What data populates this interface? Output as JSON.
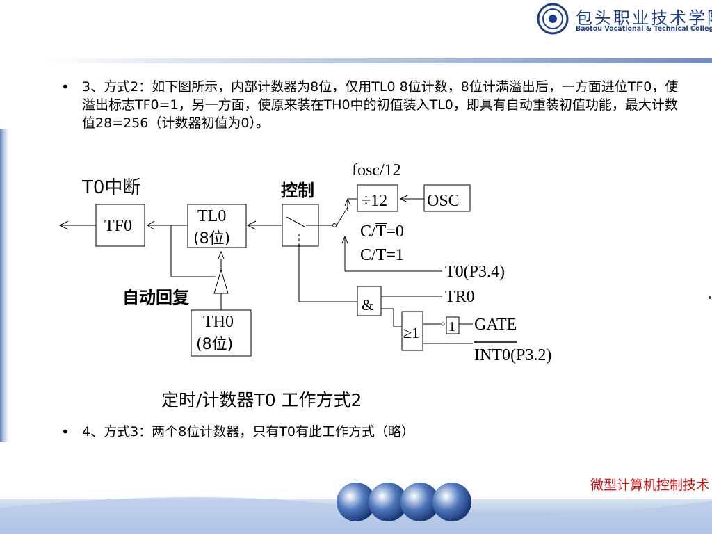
{
  "header": {
    "college_name_cn": "包头职业技术学院",
    "college_name_en": "Baotou Vocational & Technical College"
  },
  "bullets": [
    {
      "marker": "•",
      "text": "3、方式2：如下图所示，内部计数器为8位，仅用TL0 8位计数，8位计满溢出后，一方面进位TF0，使溢出标志TF0=1，另一方面，使原来装在TH0中的初值装入TL0，即具有自动重装初值功能，最大计数值28=256（计数器初值为0）。"
    },
    {
      "marker": "•",
      "text": "4、方式3：两个8位计数器，只有T0有此工作方式（略）"
    }
  ],
  "diagram": {
    "t0_interrupt": "T0中断",
    "control": "控制",
    "fosc": "fosc/12",
    "div12": "÷12",
    "osc": "OSC",
    "tf0": "TF0",
    "tl0": "TL0",
    "tl0_bits": "(8位)",
    "ct0": "C/T=0",
    "ct1": "C/T=1",
    "t0_pin": "T0(P3.4)",
    "tr0": "TR0",
    "and_gate": "&",
    "or_gate": "≥1",
    "not_gate": "1",
    "gate": "GATE",
    "int0": "INT0(P3.2)",
    "auto_reload": "自动回复",
    "th0": "TH0",
    "th0_bits": "(8位)",
    "caption": "定时/计数器T0 工作方式2"
  },
  "footer": {
    "course_title": "微型计算机控制技术"
  },
  "colors": {
    "accent_blue": "#1e3e8c",
    "footer_red": "#e01010"
  }
}
